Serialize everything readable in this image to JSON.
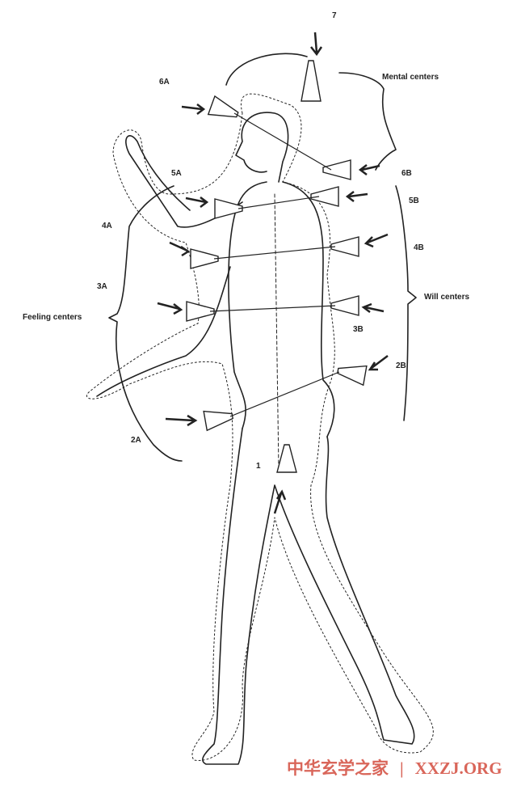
{
  "labels": {
    "c7": "7",
    "c6a": "6A",
    "c6b": "6B",
    "c5a": "5A",
    "c5b": "5B",
    "c4a": "4A",
    "c4b": "4B",
    "c3a": "3A",
    "c3b": "3B",
    "c2a": "2A",
    "c2b": "2B",
    "c1": "1",
    "mental": "Mental centers",
    "feeling": "Feeling centers",
    "will": "Will centers"
  },
  "watermark": {
    "name": "中华玄学之家",
    "separator": "|",
    "site": "XXZJ.ORG",
    "color": "#d9665a"
  }
}
